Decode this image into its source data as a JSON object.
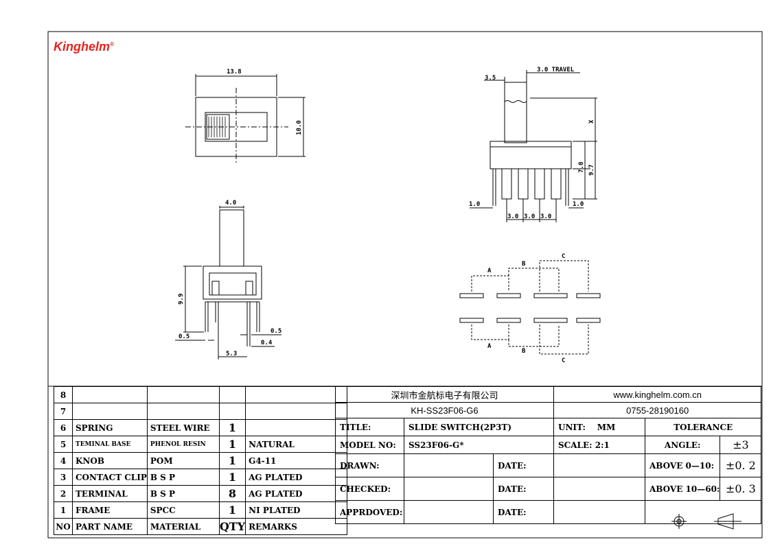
{
  "brand": {
    "name": "Kinghelm",
    "reg": "®"
  },
  "dims": {
    "top_w": "13.8",
    "top_h": "10.0",
    "front_knob": "4.0",
    "front_h": "9.9",
    "front_pin": "0.5",
    "front_pin2": "0.5",
    "front_pin3": "0.4",
    "front_pitch": "5.3",
    "side_a": "3.5",
    "side_travel": "3.0 TRAVEL",
    "side_x": "X",
    "side_7": "7.0",
    "side_97": "9.7",
    "side_l": "1.0",
    "side_r": "1.0",
    "side_p1": "3.0",
    "side_p2": "3.0",
    "side_p3": "3.0"
  },
  "circuit": {
    "a": "A",
    "b": "B",
    "c": "C"
  },
  "bom": {
    "rows": [
      {
        "no": "8",
        "part": "",
        "material": "",
        "qty": "",
        "remarks": ""
      },
      {
        "no": "7",
        "part": "",
        "material": "",
        "qty": "",
        "remarks": ""
      },
      {
        "no": "6",
        "part": "SPRING",
        "material": "STEEL WIRE",
        "qty": "1",
        "remarks": ""
      },
      {
        "no": "5",
        "part": "TEMINAL BASE",
        "material": "PHENOL RESIN",
        "qty": "1",
        "remarks": "NATURAL"
      },
      {
        "no": "4",
        "part": "KNOB",
        "material": "POM",
        "qty": "1",
        "remarks": "G4-11"
      },
      {
        "no": "3",
        "part": "CONTACT CLIP",
        "material": "B  S  P",
        "qty": "1",
        "remarks": "AG PLATED"
      },
      {
        "no": "2",
        "part": "TERMINAL",
        "material": "B  S  P",
        "qty": "8",
        "remarks": "AG PLATED"
      },
      {
        "no": "1",
        "part": "FRAME",
        "material": "SPCC",
        "qty": "1",
        "remarks": "NI PLATED"
      }
    ],
    "header": {
      "no": "NO",
      "part": "PART NAME",
      "material": "MATERIAL",
      "qty": "QTY",
      "remarks": "REMARKS"
    }
  },
  "title_block": {
    "company": "深圳市金航标电子有限公司",
    "website": "www.kinghelm.com.cn",
    "part_no": "KH-SS23F06-G6",
    "phone": "0755-28190160",
    "title_label": "TITLE:",
    "title_value": "SLIDE SWITCH(2P3T)",
    "unit_label": "UNIT:",
    "unit_value": "MM",
    "tolerance": "TOLERANCE",
    "model_label": "MODEL  NO:",
    "model_value": "SS23F06-G*",
    "scale_label": "SCALE: 2:1",
    "angle_label": "ANGLE:",
    "angle_value": "±3",
    "drawn_label": "DRAWN:",
    "date_label": "DATE:",
    "above1_label": "ABOVE 0—10:",
    "above1_value": "±0. 2",
    "checked_label": "CHECKED:",
    "above2_label": "ABOVE 10—60:",
    "above2_value": "±0. 3",
    "approved_label": "APPRDOVED:"
  }
}
